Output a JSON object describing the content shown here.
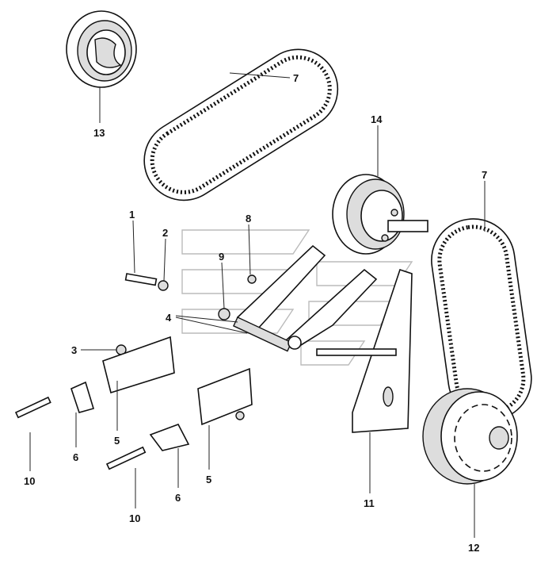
{
  "diagram": {
    "title": "Belt drive assembly exploded view",
    "callouts": [
      {
        "id": "belt-top",
        "text": "7"
      },
      {
        "id": "pulley-top",
        "text": "13"
      },
      {
        "id": "pulley-mid",
        "text": "14"
      },
      {
        "id": "bolt",
        "text": "1"
      },
      {
        "id": "washer",
        "text": "2"
      },
      {
        "id": "grease-nipple",
        "text": "8"
      },
      {
        "id": "washer-large",
        "text": "9"
      },
      {
        "id": "tensioner-arm",
        "text": "4"
      },
      {
        "id": "nut",
        "text": "3"
      },
      {
        "id": "bracket-left",
        "text": "5"
      },
      {
        "id": "clamp-left",
        "text": "6"
      },
      {
        "id": "screw-left",
        "text": "10"
      },
      {
        "id": "belt-right",
        "text": "7"
      },
      {
        "id": "bracket-right",
        "text": "5"
      },
      {
        "id": "clamp-right",
        "text": "6"
      },
      {
        "id": "screw-right",
        "text": "10"
      },
      {
        "id": "support",
        "text": "11"
      },
      {
        "id": "pulley-bottom",
        "text": "12"
      }
    ]
  }
}
